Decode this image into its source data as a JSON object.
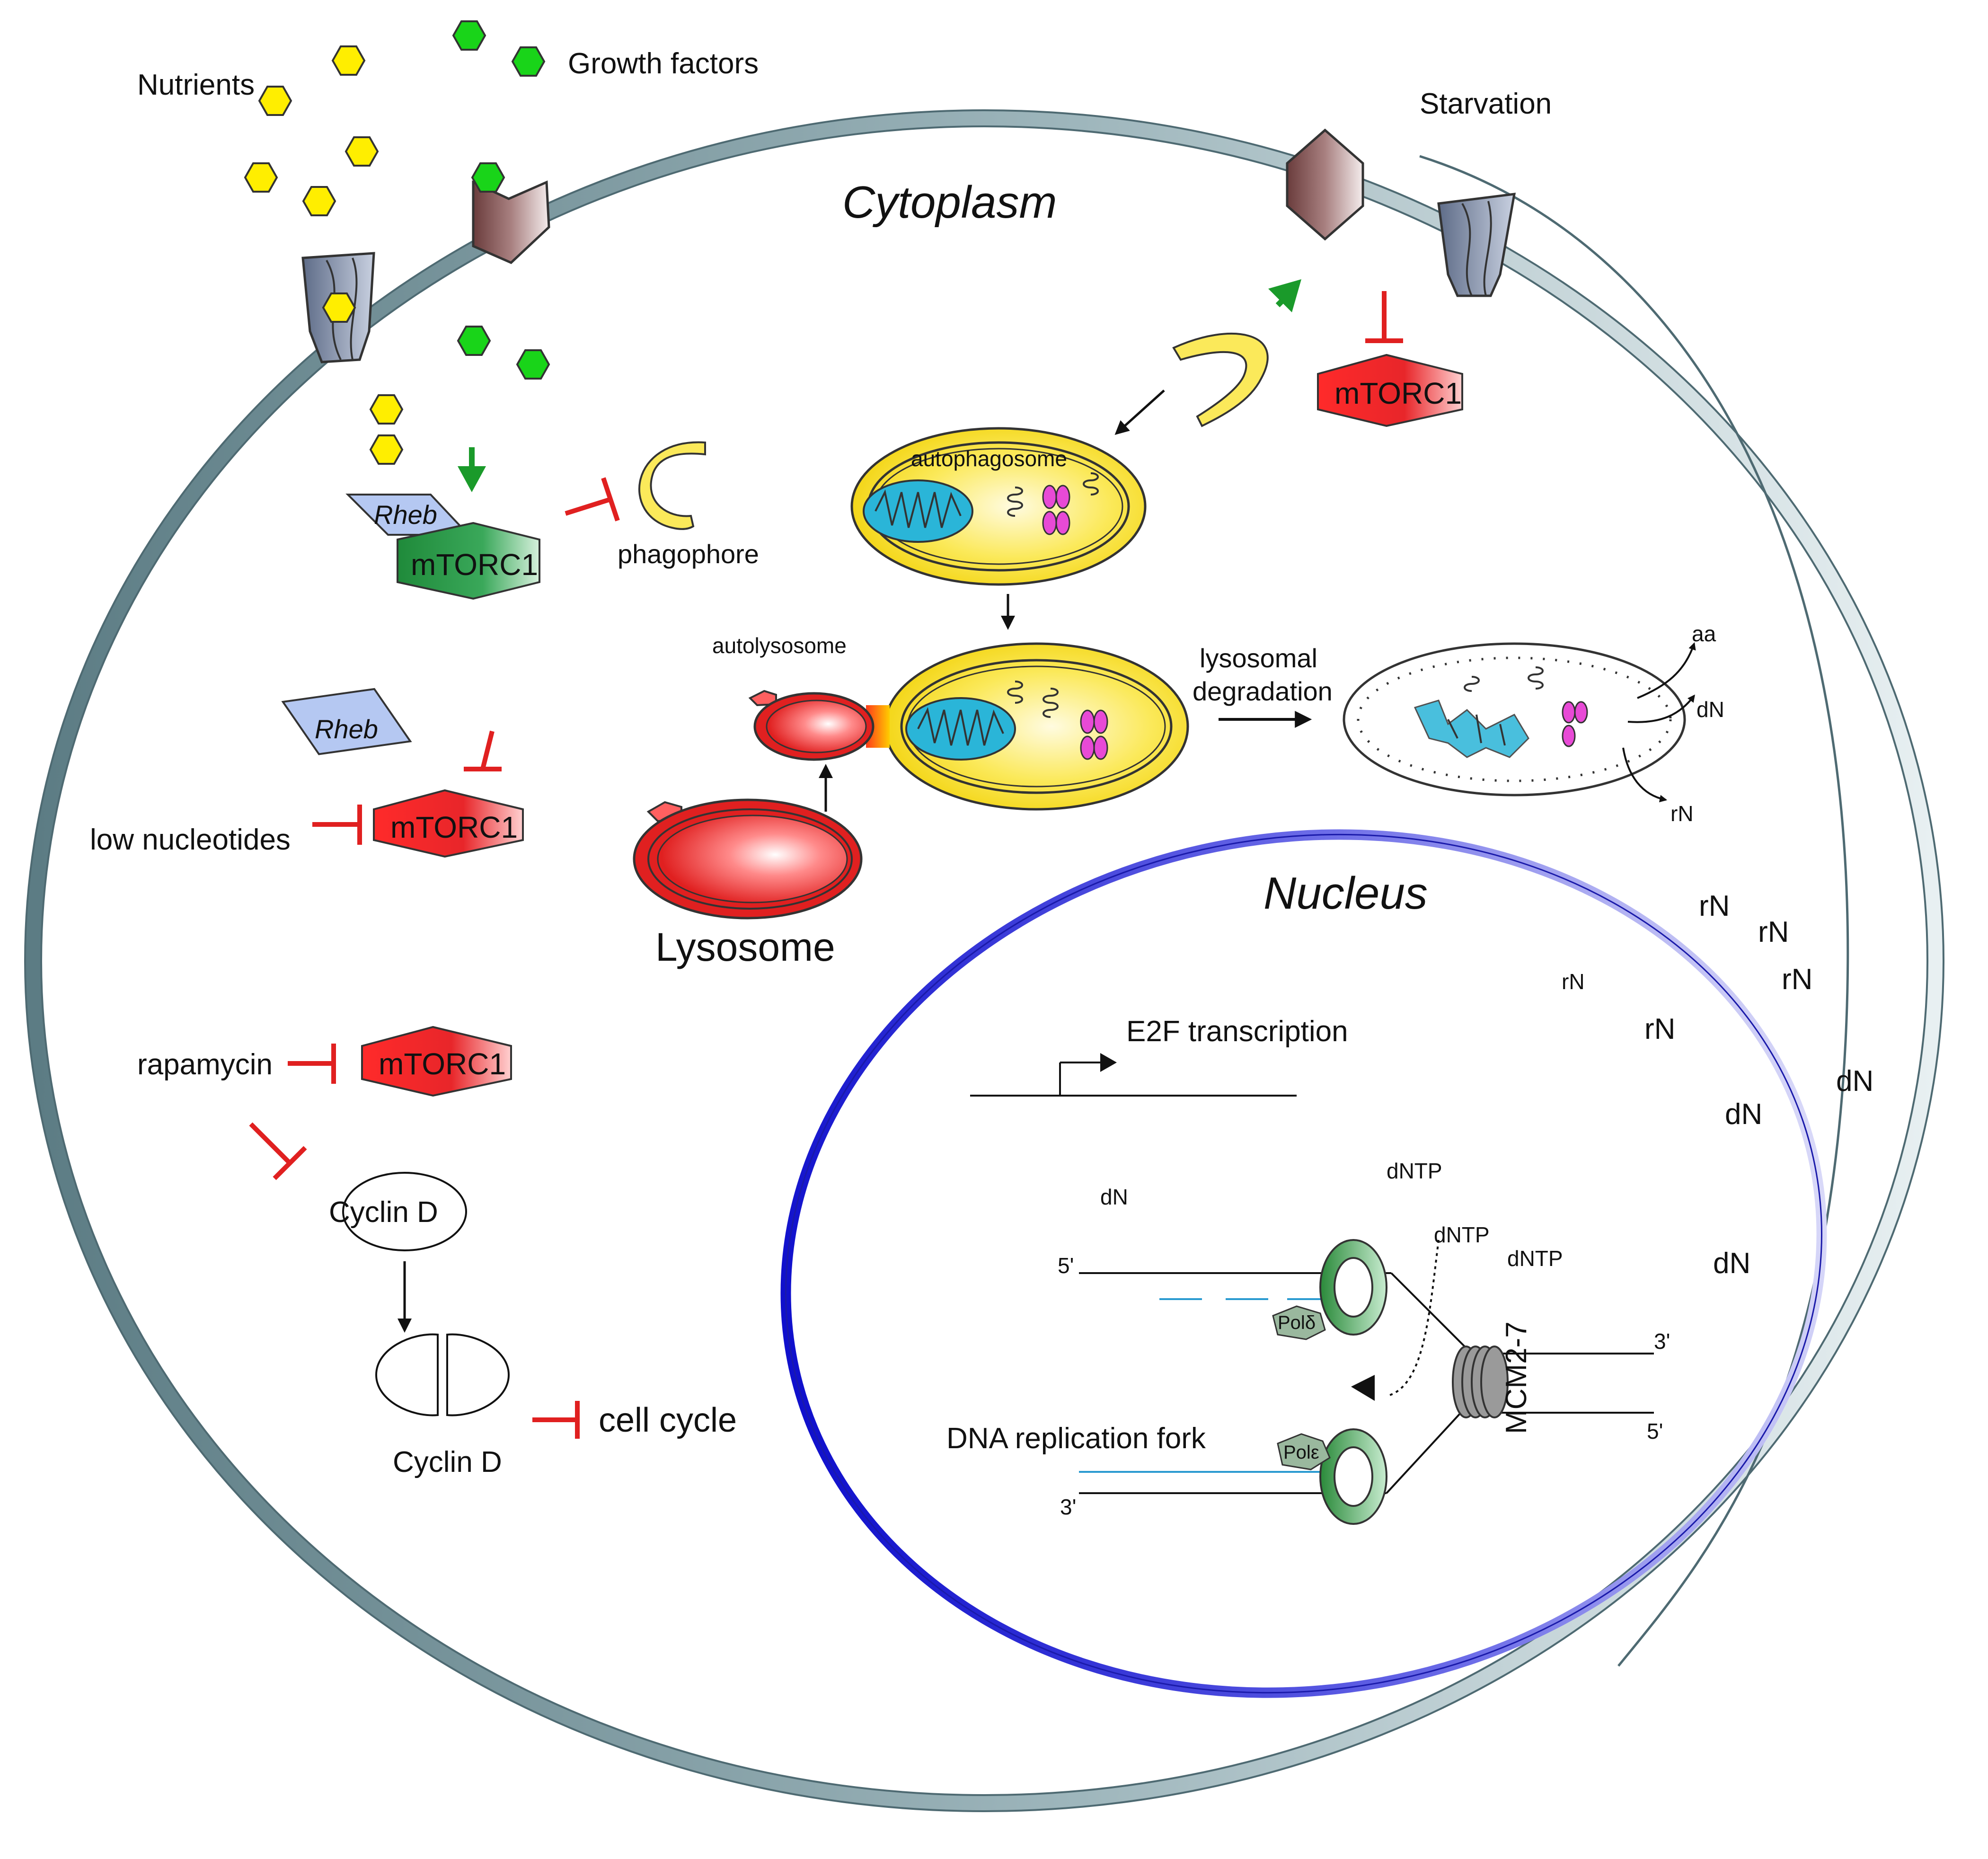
{
  "labels": {
    "nutrients": "Nutrients",
    "growth_factors": "Growth factors",
    "starvation": "Starvation",
    "cytoplasm": "Cytoplasm",
    "nucleus": "Nucleus",
    "phagophore": "phagophore",
    "autophagosome": "autophagosome",
    "autolysosome": "autolysosome",
    "lysosome": "Lysosome",
    "lysosomal_degradation_1": "lysosomal",
    "lysosomal_degradation_2": "degradation",
    "low_nucleotides": "low nucleotides",
    "rapamycin": "rapamycin",
    "cyclin_d": "Cyclin D",
    "cell_cycle": "cell cycle",
    "e2f_transcription": "E2F transcription",
    "dna_replication_fork": "DNA replication fork",
    "mcm": "MCM2-7",
    "pol_upper": "Polδ",
    "pol_lower": "Polε",
    "prime_5_top": "5'",
    "prime_3_top": "3'",
    "prime_5_right": "5'",
    "prime_3_bottom": "3'"
  },
  "proteins": {
    "mtorc1": "mTORC1",
    "rheb": "Rheb"
  },
  "metabolites": {
    "aa": "aa",
    "dN": "dN",
    "rN": "rN",
    "dNTP": "dNTP"
  },
  "colors": {
    "activation_arrow": "#1a9a2a",
    "inhibition": "#e02020",
    "mtorc1_active": "#2e9a4a",
    "mtorc1_inhibited": "#e8262a",
    "nutrient_hexagon": "#ffee00",
    "growth_factor_hexagon": "#19d419",
    "nucleus_membrane": "#2222cc",
    "cell_membrane": "#6a8a90",
    "autophagosome": "#f7e21c",
    "mitochondrion": "#2ab5d8",
    "cargo_protein": "#e84ad6",
    "rheb": "#b5c8f2"
  }
}
